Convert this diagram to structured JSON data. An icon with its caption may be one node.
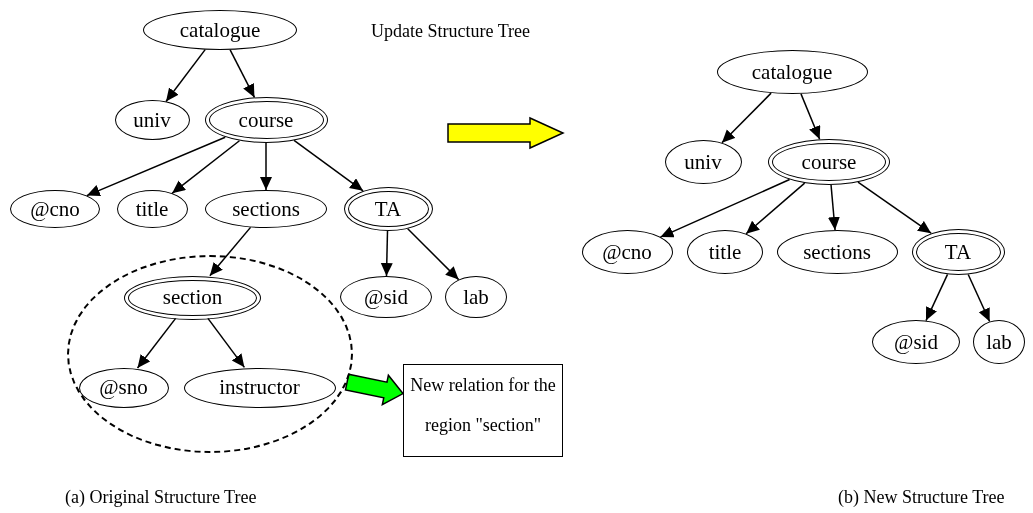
{
  "diagram": {
    "nodes": [
      {
        "text": [
          "catalogue"
        ]
      },
      {
        "text": [
          "univ"
        ]
      },
      {
        "text": [
          "course"
        ]
      },
      {
        "text": [
          "@cno"
        ]
      },
      {
        "text": [
          "title"
        ]
      },
      {
        "text": [
          "sections"
        ]
      },
      {
        "text": [
          "TA"
        ]
      },
      {
        "text": [],
        "shape": "ellipse"
      },
      {
        "text": [
          "section"
        ],
        "in": 7
      },
      {
        "text": [
          "@sno"
        ],
        "in": 7
      },
      {
        "text": [
          "instructor"
        ],
        "in": 7
      },
      {
        "text": [
          "@sid"
        ]
      },
      {
        "text": [
          "lab"
        ]
      },
      {
        "text": [
          "New relation for the region \"section\""
        ]
      },
      {
        "text": [
          "catalogue"
        ]
      },
      {
        "text": [
          "univ"
        ]
      },
      {
        "text": [
          "course"
        ]
      },
      {
        "text": [
          "@cno"
        ]
      },
      {
        "text": [
          "title"
        ]
      },
      {
        "text": [
          "sections"
        ]
      },
      {
        "text": [
          "TA"
        ]
      },
      {
        "text": [
          "@sid"
        ]
      },
      {
        "text": [
          "lab"
        ]
      }
    ],
    "edges": [
      {
        "from": 0,
        "to": 1,
        "arrow": "to"
      },
      {
        "from": 0,
        "to": 2,
        "arrow": "to"
      },
      {
        "from": 2,
        "to": 3,
        "arrow": "to"
      },
      {
        "from": 2,
        "to": 4,
        "arrow": "to"
      },
      {
        "from": 2,
        "to": 5,
        "arrow": "to"
      },
      {
        "from": 2,
        "to": 6,
        "arrow": "to"
      },
      {
        "from": 5,
        "to": 8,
        "arrow": "to"
      },
      {
        "from": 6,
        "to": 11,
        "arrow": "to"
      },
      {
        "from": 6,
        "to": 12,
        "arrow": "to"
      },
      {
        "from": 8,
        "to": 9,
        "arrow": "to"
      },
      {
        "from": 8,
        "to": 10,
        "arrow": "to"
      },
      {
        "from": 7,
        "to": 13,
        "arrow": "to",
        "style": "thick",
        "color": "#00ff00"
      },
      {
        "from": 14,
        "to": 15,
        "arrow": "to"
      },
      {
        "from": 14,
        "to": 16,
        "arrow": "to"
      },
      {
        "from": 16,
        "to": 17,
        "arrow": "to"
      },
      {
        "from": 16,
        "to": 18,
        "arrow": "to"
      },
      {
        "from": 16,
        "to": 19,
        "arrow": "to"
      },
      {
        "from": 16,
        "to": 20,
        "arrow": "to"
      },
      {
        "from": 20,
        "to": 21,
        "arrow": "to"
      },
      {
        "from": 20,
        "to": 22,
        "arrow": "to"
      }
    ],
    "labels": [
      "Update Structure Tree",
      "(a) Original Structure Tree",
      "(b) New Structure Tree"
    ]
  }
}
